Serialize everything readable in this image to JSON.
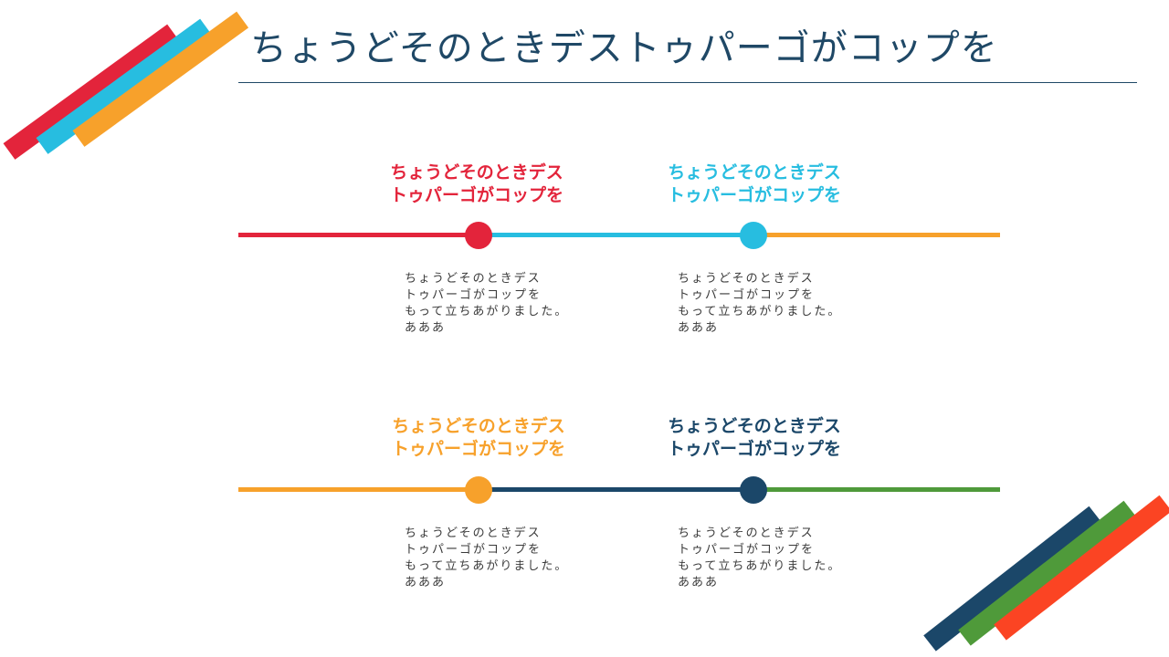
{
  "title": "ちょうどそのときデストゥパーゴがコップを",
  "colors": {
    "red": "#e3243b",
    "cyan": "#27bde0",
    "orange": "#f7a12b",
    "navy": "#1b4769",
    "green": "#4f9a3a",
    "red_orange": "#fb4423",
    "title_text": "#1f4866"
  },
  "milestones": [
    {
      "heading": [
        "ちょうどそのときデス",
        "トゥパーゴがコップを"
      ],
      "desc": [
        "ちょうどそのときデス",
        "トゥパーゴがコップを",
        "もって立ちあがりました。",
        "あああ"
      ]
    },
    {
      "heading": [
        "ちょうどそのときデス",
        "トゥパーゴがコップを"
      ],
      "desc": [
        "ちょうどそのときデス",
        "トゥパーゴがコップを",
        "もって立ちあがりました。",
        "あああ"
      ]
    },
    {
      "heading": [
        "ちょうどそのときデス",
        "トゥパーゴがコップを"
      ],
      "desc": [
        "ちょうどそのときデス",
        "トゥパーゴがコップを",
        "もって立ちあがりました。",
        "あああ"
      ]
    },
    {
      "heading": [
        "ちょうどそのときデス",
        "トゥパーゴがコップを"
      ],
      "desc": [
        "ちょうどそのときデス",
        "トゥパーゴがコップを",
        "もって立ちあがりました。",
        "あああ"
      ]
    }
  ]
}
